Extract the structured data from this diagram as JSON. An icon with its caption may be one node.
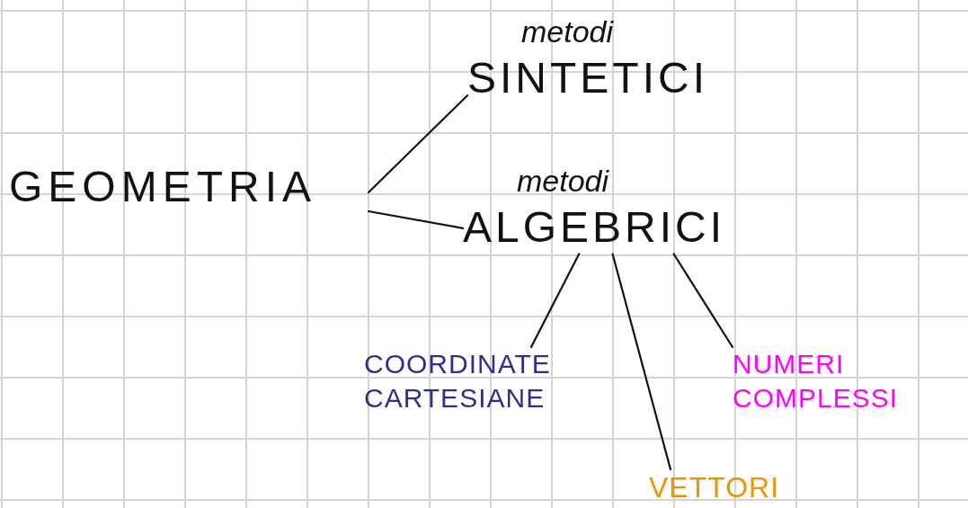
{
  "diagram": {
    "nodes": [
      {
        "text": [
          "GEOMETRIA"
        ]
      },
      {
        "text": [
          "metodi",
          "SINTETICI"
        ]
      },
      {
        "text": [
          "metodi",
          "ALGEBRICI"
        ]
      },
      {
        "text": [
          "COORDINATE CARTESIANE"
        ]
      },
      {
        "text": [
          "VETTORI"
        ]
      },
      {
        "text": [
          "NUMERI COMPLESSI"
        ]
      }
    ],
    "edges": [
      {
        "from": 0,
        "to": 1,
        "arrow": "none"
      },
      {
        "from": 0,
        "to": 2,
        "arrow": "none"
      },
      {
        "from": 2,
        "to": 3,
        "arrow": "none"
      },
      {
        "from": 2,
        "to": 4,
        "arrow": "none"
      },
      {
        "from": 2,
        "to": 5,
        "arrow": "none"
      }
    ]
  }
}
